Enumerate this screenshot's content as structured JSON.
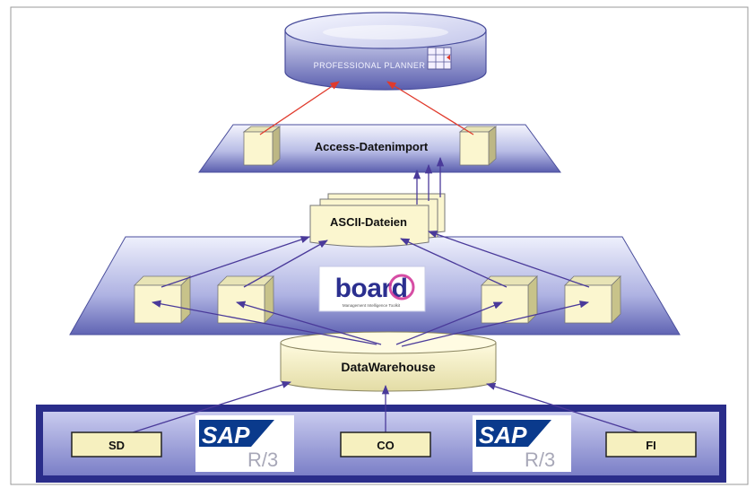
{
  "planner": {
    "label": "PROFESSIONAL PLANNER"
  },
  "access": {
    "label": "Access-Datenimport"
  },
  "ascii": {
    "label": "ASCII-Dateien"
  },
  "board": {
    "logo_text": "board",
    "tagline": "Management Intelligence Toolkit"
  },
  "warehouse": {
    "label": "DataWarehouse"
  },
  "sap": {
    "modules": [
      "SD",
      "CO",
      "FI"
    ],
    "logo_text": "SAP",
    "logo_suffix": "R/3"
  },
  "colors": {
    "plane_top": "#eef0fb",
    "plane_bottom": "#5c5fb0",
    "cube_face": "#fbf6cf",
    "cube_side": "#c8c38a",
    "red_arrow": "#e03a2c",
    "purple_arrow": "#4a3a9a",
    "sap_blue": "#0a3a8c",
    "sap_bar": "#2a2d8a"
  }
}
